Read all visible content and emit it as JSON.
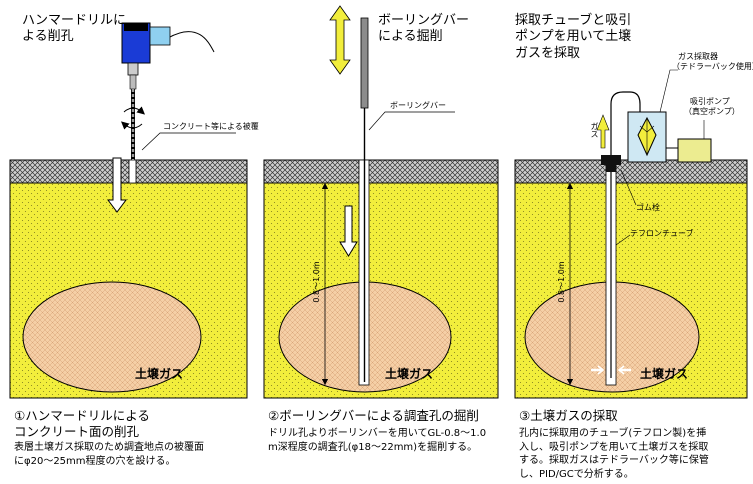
{
  "panels": [
    {
      "title_lines": [
        "ハンマードリルに",
        "よる削孔"
      ],
      "label_cover": "コンクリート等による被覆",
      "gas_label": "土壌ガス",
      "caption_title_lines": [
        "①ハンマードリルによる",
        "コンクリート面の削孔"
      ],
      "caption_body_lines": [
        "表層土壌ガス採取のため調査地点の被覆面",
        "にφ20～25mm程度の穴を設ける。"
      ]
    },
    {
      "title_lines": [
        "ボーリングバー",
        "による掘削"
      ],
      "label_bar": "ボーリングバー",
      "depth_label": "0.8～1.0m",
      "gas_label": "土壌ガス",
      "caption_title_lines": [
        "②ボーリングバーによる調査孔の掘削"
      ],
      "caption_body_lines": [
        "ドリル孔よりボーリンバーを用いてGL-0.8～1.0",
        "m深程度の調査孔(φ18～22mm)を掘削する。"
      ]
    },
    {
      "title_lines": [
        "採取チューブと吸引",
        "ポンプを用いて土壌",
        "ガスを採取"
      ],
      "label_sampler_lines": [
        "ガス採取器",
        "（テドラーバック使用）"
      ],
      "label_pump_lines": [
        "吸引ポンプ",
        "（真空ポンプ）"
      ],
      "label_gas_flow": "ガス",
      "label_plug": "ゴム栓",
      "label_tube": "テフロンチューブ",
      "depth_label": "0.8～1.0m",
      "gas_label": "土壌ガス",
      "caption_title_lines": [
        "③土壌ガスの採取"
      ],
      "caption_body_lines": [
        "孔内に採取用のチューブ(テフロン製)を挿",
        "入し、吸引ポンプを用いて土壌ガスを採取",
        "する。採取ガスはテドラーバック等に保管",
        "し、PID/GCで分析する。"
      ]
    }
  ],
  "colors": {
    "soil": "#f2ee3c",
    "surface": "#cfcfcf",
    "gas_zone": "#f5cfa6",
    "pump": "#ecec90",
    "sampler": "#cfe8f3",
    "arrow_yellow": "#f2ee3c"
  }
}
